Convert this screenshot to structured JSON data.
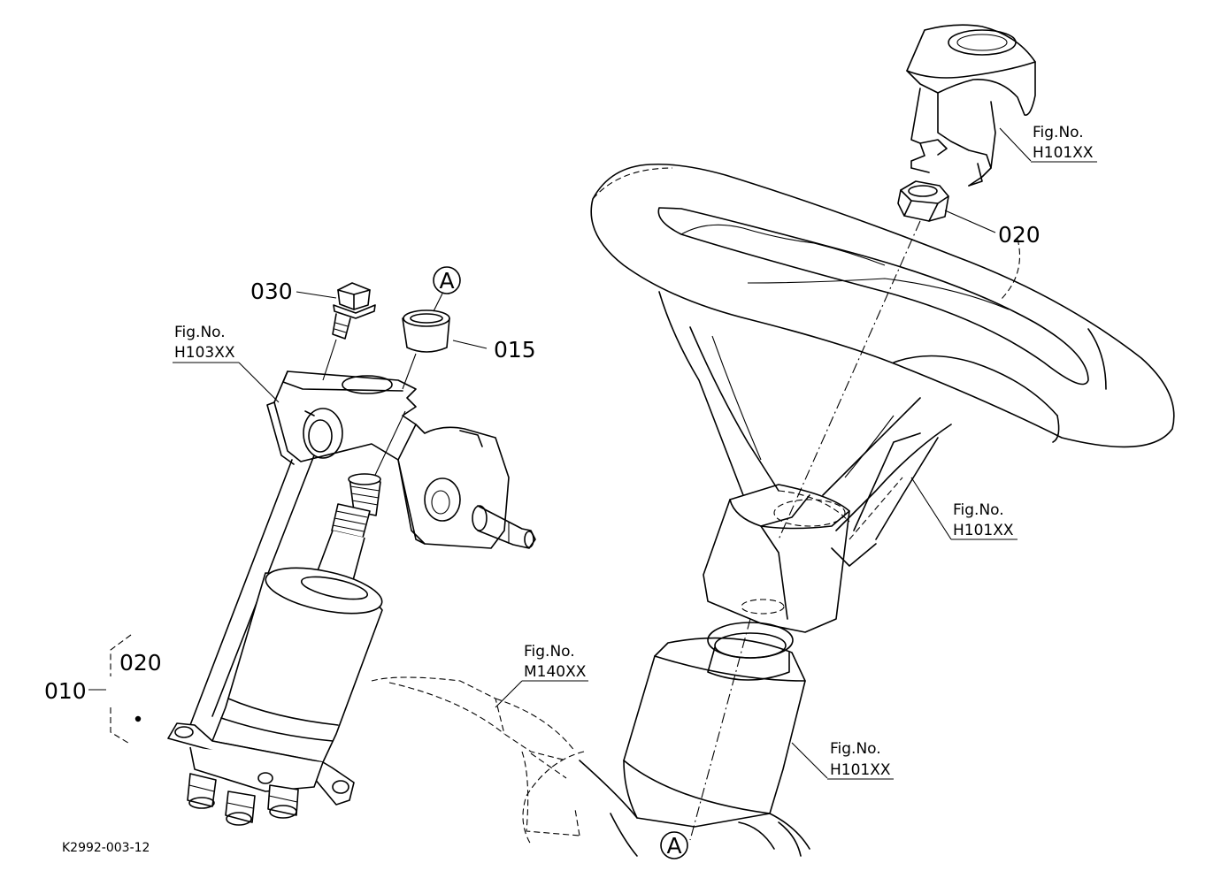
{
  "drawing_number": "K2992-003-12",
  "parts": {
    "p010": "010",
    "p015": "015",
    "p020_unit": "020",
    "p020_nut": "020",
    "p030": "030"
  },
  "markers": {
    "a_top": "A",
    "a_bottom": "A"
  },
  "fig_refs": {
    "top_right": {
      "title": "Fig.No.",
      "code": "H101XX"
    },
    "wheel_right": {
      "title": "Fig.No.",
      "code": "H101XX"
    },
    "column_bottom": {
      "title": "Fig.No.",
      "code": "H101XX"
    },
    "bracket": {
      "title": "Fig.No.",
      "code": "H103XX"
    },
    "panel": {
      "title": "Fig.No.",
      "code": "M140XX"
    }
  }
}
